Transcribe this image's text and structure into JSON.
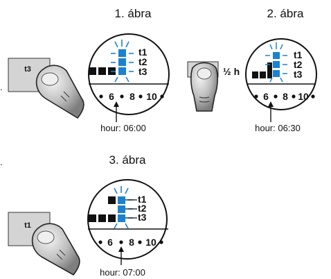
{
  "panels": [
    {
      "caption": "1. ábra",
      "hour_label": "hour: 06:00",
      "button_label": "t3",
      "levels": [
        "t1",
        "t2",
        "t3"
      ],
      "scale": {
        "a": "6",
        "b": "8",
        "c": "10"
      }
    },
    {
      "caption": "2. ábra",
      "hour_label": "hour: 06:30",
      "step_label": "½ h",
      "levels": [
        "t1",
        "t2",
        "t3"
      ],
      "scale": {
        "a": "6",
        "b": "8",
        "c": "10"
      }
    },
    {
      "caption": "3. ábra",
      "hour_label": "hour: 07:00",
      "button_label": "t1",
      "levels": [
        "t1",
        "t2",
        "t3"
      ],
      "scale": {
        "a": "6",
        "b": "8",
        "c": "10"
      }
    }
  ],
  "colors": {
    "blink": "#1a82d0",
    "bar": "#111111",
    "button": "#d4d4d4"
  },
  "icons": [
    "finger-press-icon",
    "blink-rays-icon",
    "arrow-up-icon"
  ]
}
